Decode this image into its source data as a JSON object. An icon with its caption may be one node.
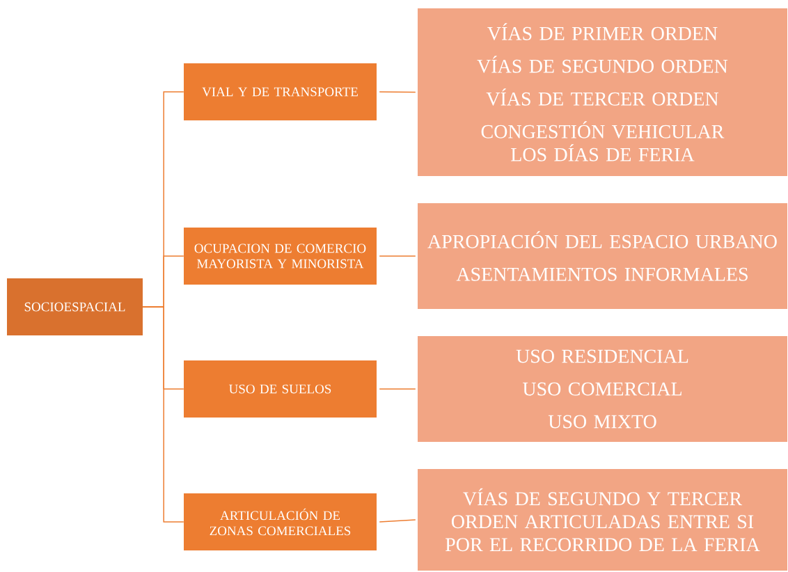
{
  "diagram": {
    "nodes": [
      {
        "text": [
          "SOCIOESPACIAL"
        ]
      },
      {
        "text": [
          "VIAL Y DE TRANSPORTE"
        ]
      },
      {
        "text": [
          "OCUPACION DE COMERCIO MAYORISTA Y MINORISTA"
        ]
      },
      {
        "text": [
          "USO DE SUELOS"
        ]
      },
      {
        "text": [
          "ARTICULACIÓN DE ZONAS COMERCIALES"
        ]
      },
      {
        "text": [
          "VÍAS DE PRIMER ORDEN",
          "VÍAS DE SEGUNDO ORDEN",
          "VÍAS DE TERCER ORDEN",
          "CONGESTIÓN VEHICULAR LOS DÍAS DE FERIA"
        ]
      },
      {
        "text": [
          "APROPIACIÓN DEL ESPACIO URBANO",
          "ASENTAMIENTOS INFORMALES"
        ]
      },
      {
        "text": [
          "USO RESIDENCIAL",
          "USO COMERCIAL",
          "USO MIXTO"
        ]
      },
      {
        "text": [
          "VÍAS DE SEGUNDO Y TERCER ORDEN ARTICULADAS ENTRE SI POR EL RECORRIDO DE LA FERIA"
        ]
      }
    ],
    "edges": [
      {
        "from": 0,
        "to": 1,
        "arrow": "none"
      },
      {
        "from": 0,
        "to": 2,
        "arrow": "none"
      },
      {
        "from": 0,
        "to": 3,
        "arrow": "none"
      },
      {
        "from": 0,
        "to": 4,
        "arrow": "none"
      },
      {
        "from": 1,
        "to": 5,
        "arrow": "none"
      },
      {
        "from": 2,
        "to": 6,
        "arrow": "none"
      },
      {
        "from": 3,
        "to": 7,
        "arrow": "none"
      },
      {
        "from": 4,
        "to": 8,
        "arrow": "none"
      }
    ]
  }
}
